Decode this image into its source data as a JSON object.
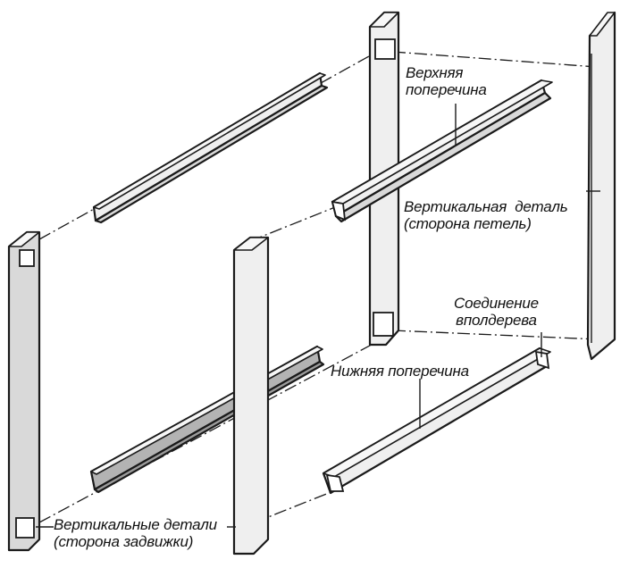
{
  "labels": {
    "top_rail": [
      "Верхняя",
      "поперечина"
    ],
    "hinge_stile": [
      "Вертикальная  деталь",
      "(сторона петель)"
    ],
    "joint": [
      "Соединение",
      "вполдерева"
    ],
    "bottom_rail": [
      "Нижняя поперечина"
    ],
    "latch_stile": [
      "Вертикальные детали",
      "(сторона задвижки)"
    ]
  }
}
